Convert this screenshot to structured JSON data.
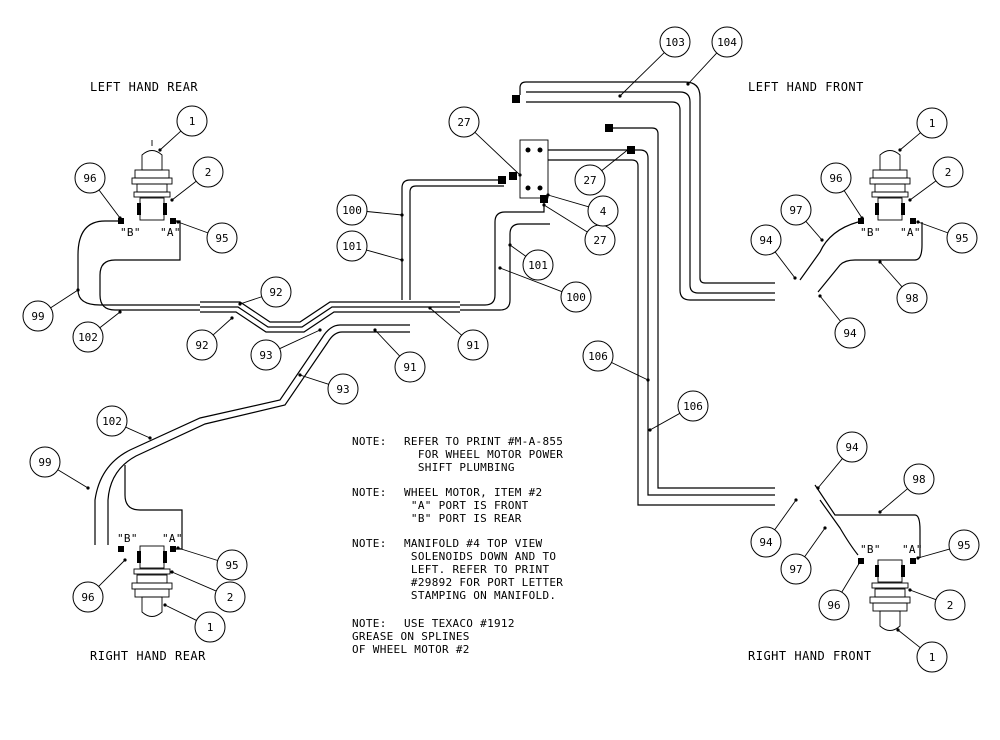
{
  "titles": {
    "left_rear": "LEFT HAND REAR",
    "left_front": "LEFT HAND FRONT",
    "right_rear": "RIGHT HAND REAR",
    "right_front": "RIGHT HAND FRONT"
  },
  "port_labels": {
    "a": "\"A\"",
    "b": "\"B\""
  },
  "notes": [
    {
      "label": "NOTE:",
      "lines": [
        "REFER TO PRINT #M-A-855",
        "  FOR WHEEL MOTOR POWER",
        "  SHIFT PLUMBING"
      ]
    },
    {
      "label": "NOTE:",
      "lines": [
        "WHEEL MOTOR, ITEM #2",
        " \"A\" PORT IS FRONT",
        " \"B\" PORT IS REAR"
      ]
    },
    {
      "label": "NOTE:",
      "lines": [
        "MANIFOLD #4 TOP VIEW",
        " SOLENOIDS DOWN AND TO",
        " LEFT. REFER TO PRINT",
        " #29892 FOR PORT LETTER",
        " STAMPING ON MANIFOLD."
      ]
    },
    {
      "label": "NOTE:",
      "lines": [
        "USE TEXACO #1912",
        "GREASE ON SPLINES",
        "OF WHEEL MOTOR #2"
      ]
    }
  ],
  "callouts": [
    "1",
    "2",
    "96",
    "95",
    "99",
    "102",
    "92",
    "93",
    "91",
    "100",
    "101",
    "27",
    "4",
    "103",
    "104",
    "106",
    "97",
    "94",
    "98"
  ]
}
